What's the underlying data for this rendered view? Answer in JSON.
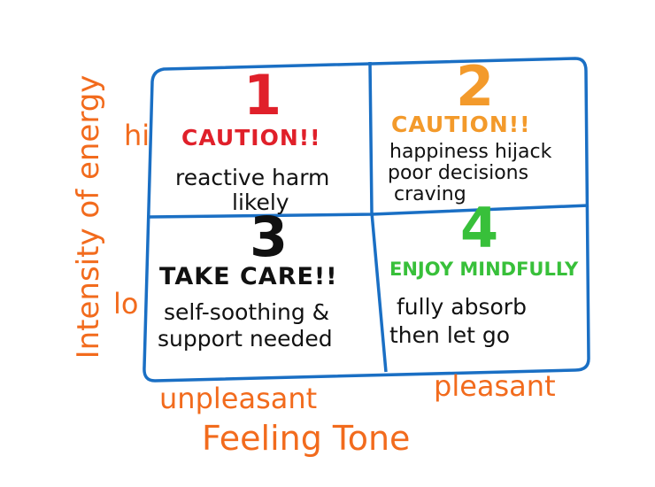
{
  "colors": {
    "grid": "#1a6fc4",
    "axis": "#f26b1d",
    "q1": "#e0202a",
    "q2": "#f39a2b",
    "q3": "#111111",
    "q4": "#38c03a"
  },
  "axes": {
    "y_label": "Intensity of energy",
    "y_high": "hi",
    "y_low": "lo",
    "x_left": "unpleasant",
    "x_right": "pleasant",
    "x_label": "Feeling Tone"
  },
  "quadrants": [
    {
      "number": "1",
      "heading": "CAUTION!!",
      "lines": [
        "reactive harm",
        "likely"
      ]
    },
    {
      "number": "2",
      "heading": "CAUTION!!",
      "lines": [
        "happiness hijack",
        "poor decisions",
        "craving"
      ]
    },
    {
      "number": "3",
      "heading": "TAKE CARE!!",
      "lines": [
        "self-soothing &",
        "support needed"
      ]
    },
    {
      "number": "4",
      "heading": "ENJOY MINDFULLY",
      "lines": [
        "fully absorb",
        "then let go"
      ]
    }
  ]
}
